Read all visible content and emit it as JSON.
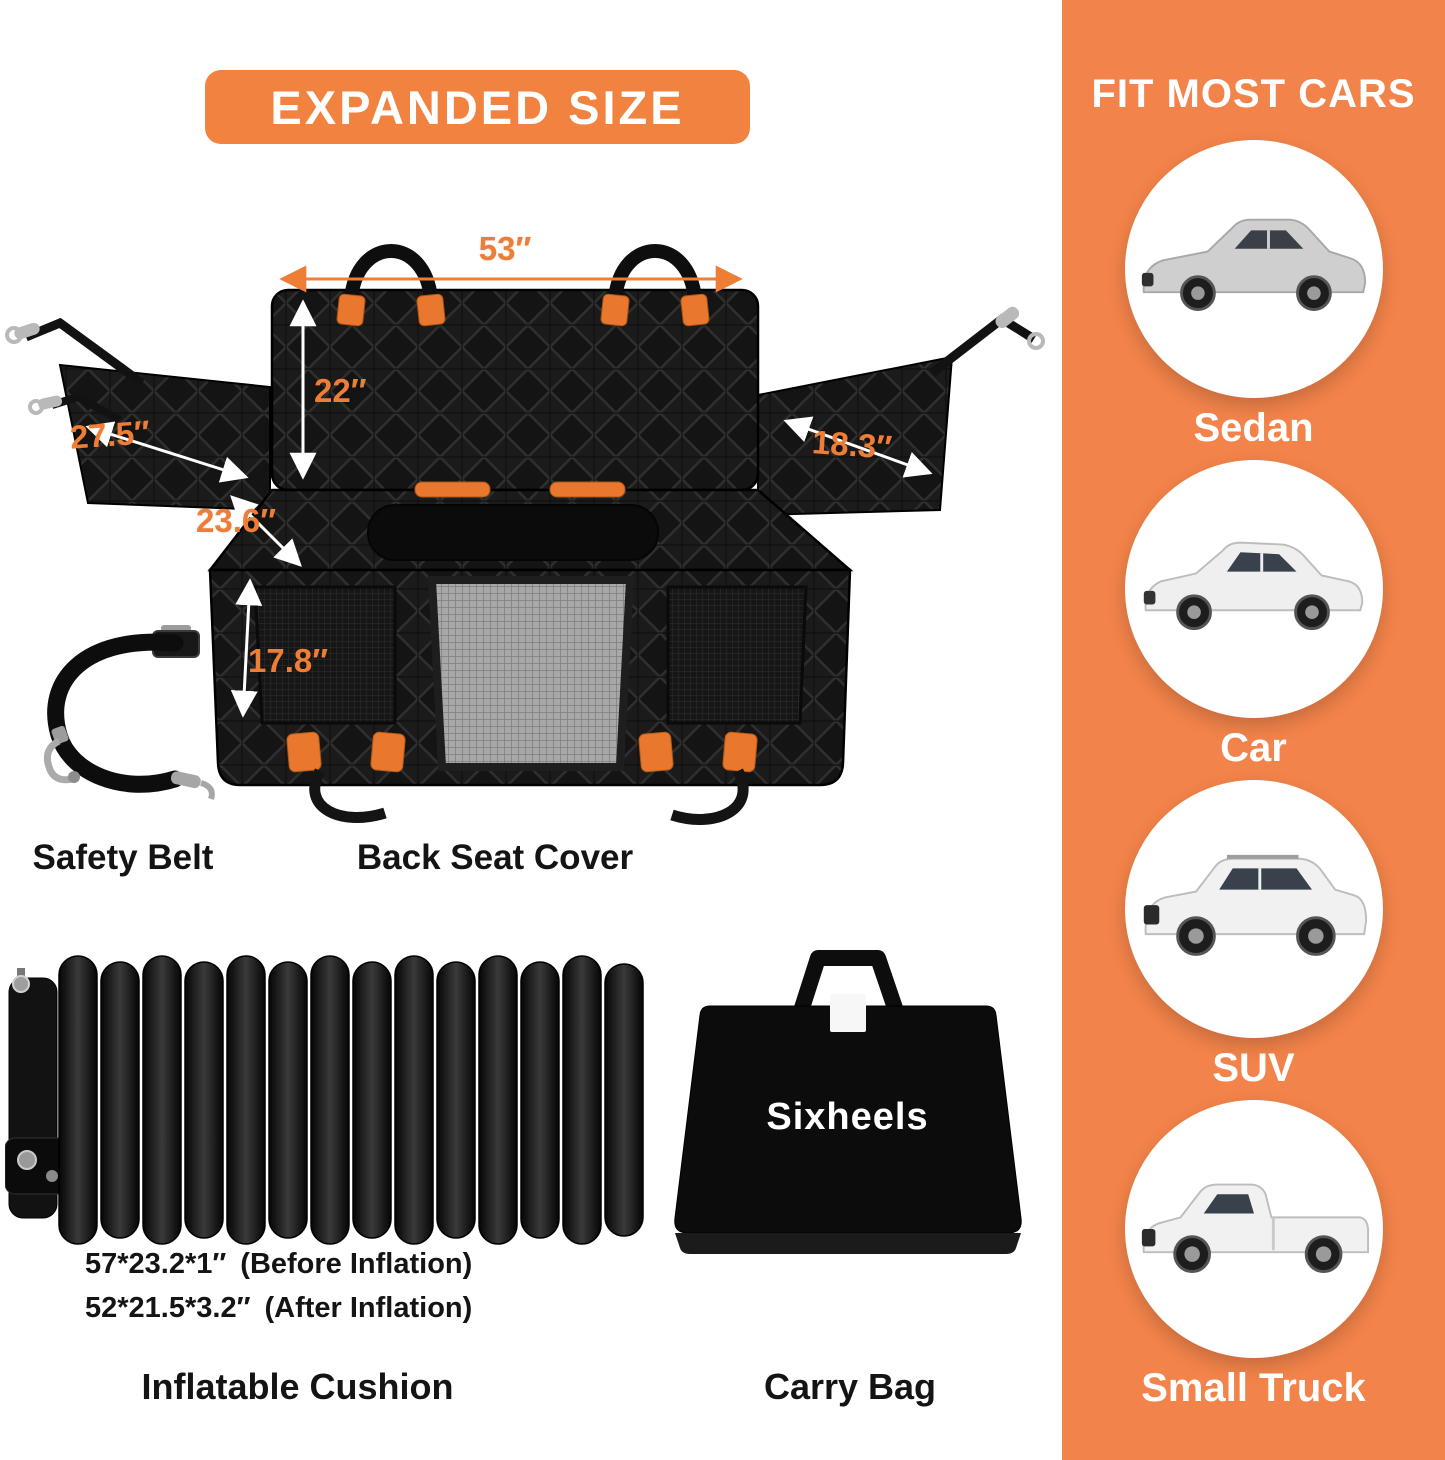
{
  "colors": {
    "accent_orange": "#F2834A",
    "banner_orange": "#F2823F",
    "dimension_orange": "#EE7D35",
    "buckle_orange": "#E9772E"
  },
  "banner": {
    "title": "EXPANDED SIZE"
  },
  "seat_cover": {
    "label": "Back Seat Cover",
    "dimensions": {
      "top_width": "53″",
      "backrest_height": "22″",
      "left_flap_width": "27.5″",
      "seat_depth": "23.6″",
      "right_flap_width": "18.3″",
      "front_flap_drop": "17.8″"
    }
  },
  "safety_belt": {
    "label": "Safety Belt"
  },
  "cushion": {
    "before_size": "57*23.2*1″",
    "before_note": "(Before Inflation)",
    "after_size": "52*21.5*3.2″",
    "after_note": "(After Inflation)",
    "label": "Inflatable Cushion"
  },
  "carry_bag": {
    "brand": "Sixheels",
    "label": "Carry Bag"
  },
  "fit_panel": {
    "title": "FIT MOST CARS",
    "vehicles": [
      {
        "label": "Sedan"
      },
      {
        "label": "Car"
      },
      {
        "label": "SUV"
      },
      {
        "label": "Small Truck"
      }
    ]
  }
}
